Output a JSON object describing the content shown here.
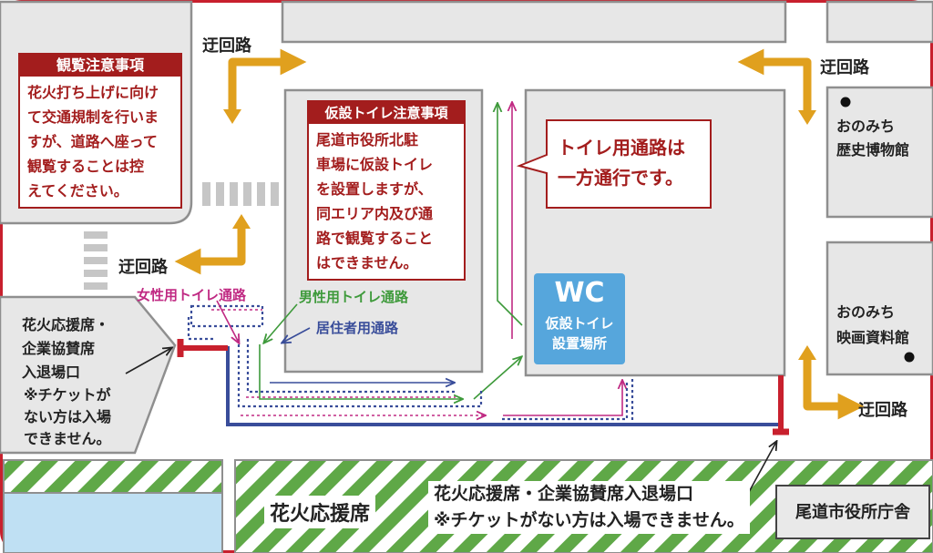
{
  "colors": {
    "frame": "#c8202d",
    "block": "#e7e7e7",
    "block_border": "#8f8f8f",
    "detour_arrow": "#e0a01e",
    "women_route": "#c02a83",
    "men_route": "#3e9a3b",
    "resident_route": "#394d9a",
    "notice_red": "#a31d1d",
    "wc_blue": "#56a6dc",
    "hatch_green": "#5fa847",
    "water": "#bfe0f3"
  },
  "notices": {
    "viewing": {
      "title": "観覧注意事項",
      "lines": [
        "花火打ち上げに向け",
        "て交通規制を行いま",
        "すが、道路へ座って",
        "観覧することは控",
        "えてください。"
      ]
    },
    "toilet": {
      "title": "仮設トイレ注意事項",
      "lines": [
        "尾道市役所北駐",
        "車場に仮設トイレ",
        "を設置しますが、",
        "同エリア内及び通",
        "路で観覧すること",
        "はできません。"
      ]
    },
    "one_way": {
      "lines": [
        "トイレ用通路は",
        "一方通行です。"
      ]
    }
  },
  "detours": {
    "top_left": "迂回路",
    "top_right": "迂回路",
    "mid_left": "迂回路",
    "bottom_right": "迂回路"
  },
  "route_legend": {
    "women": "女性用トイレ通路",
    "men": "男性用トイレ通路",
    "residents": "居住者用通路"
  },
  "wc": {
    "title": "WC",
    "lines": [
      "仮設トイレ",
      "設置場所"
    ]
  },
  "museums": {
    "history": [
      "おのみち",
      "歴史博物館"
    ],
    "film": [
      "おのみち",
      "映画資料館"
    ]
  },
  "entrance_left": {
    "lines": [
      "花火応援席・",
      "企業協賛席",
      "入退場口"
    ],
    "note": [
      "※チケットが",
      "ない方は入場",
      "できません。"
    ]
  },
  "entrance_bottom": {
    "line1": "花火応援席・企業協賛席入退場口",
    "line2": "※チケットがない方は入場できません。"
  },
  "seating_area": "花火応援席",
  "city_hall": "尾道市役所庁舎"
}
